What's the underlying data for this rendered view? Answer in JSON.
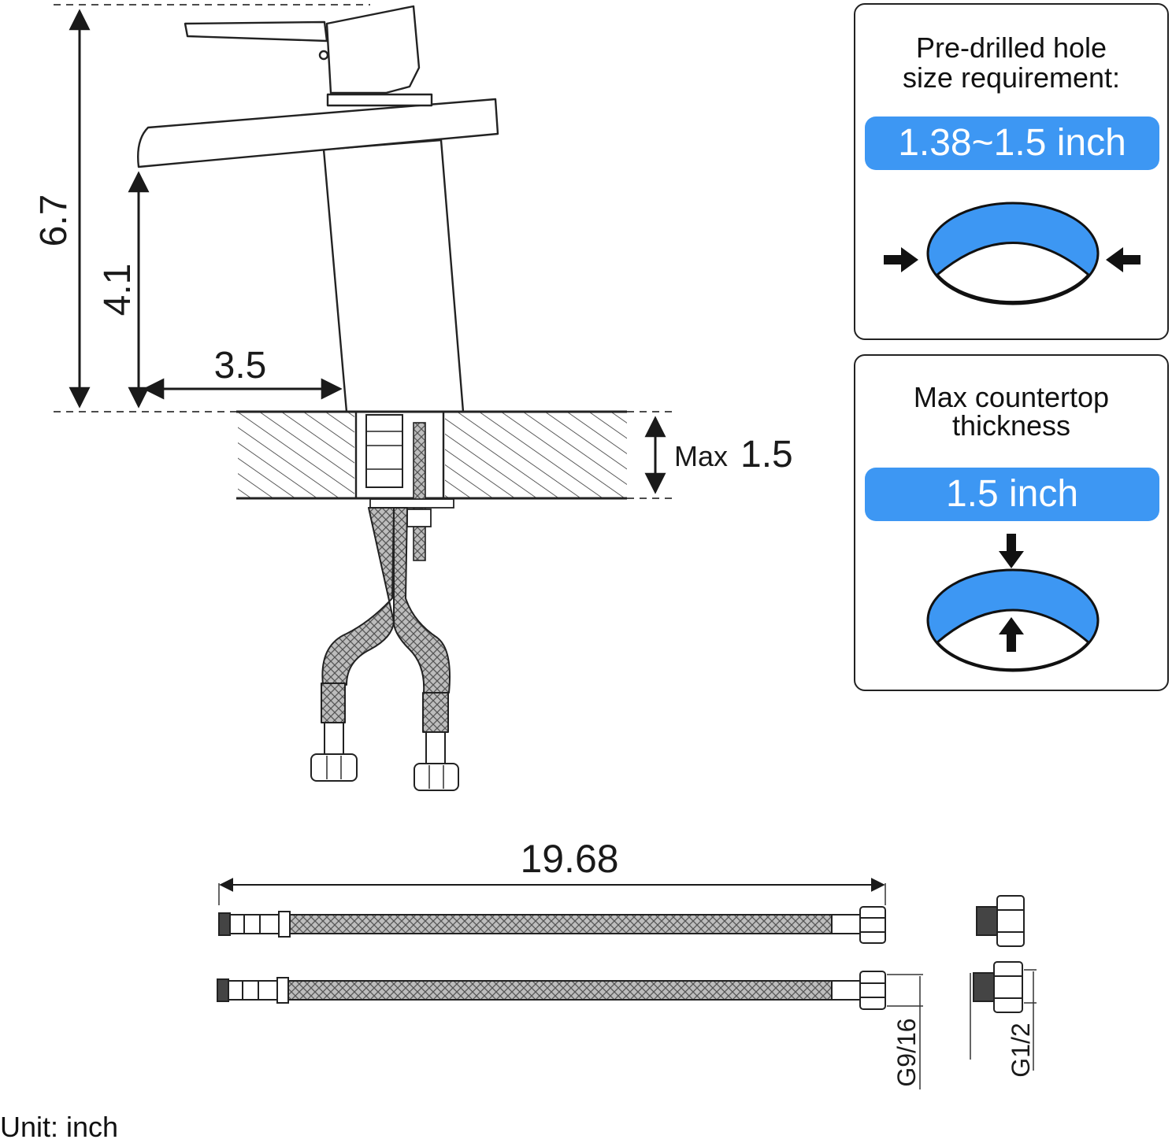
{
  "diagram": {
    "height_total": "6.7",
    "spout_height": "4.1",
    "spout_reach": "3.5",
    "max_label": "Max",
    "max_value": "1.5",
    "hose_length": "19.68",
    "hose_thread": "G9/16",
    "adapter_thread": "G1/2",
    "unit_text": "Unit: inch"
  },
  "panels": [
    {
      "title_line1": "Pre-drilled hole",
      "title_line2": "size requirement:",
      "value": "1.38~1.5 inch",
      "icon": "hole-diameter-icon"
    },
    {
      "title_line1": "Max countertop",
      "title_line2": "thickness",
      "value": "1.5 inch",
      "icon": "countertop-thickness-icon"
    }
  ],
  "colors": {
    "accent": "#3d97f3",
    "line": "#222222"
  }
}
